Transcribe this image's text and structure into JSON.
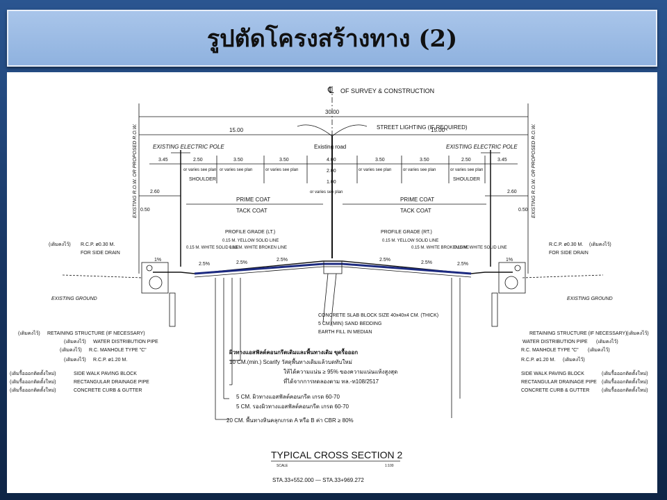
{
  "title": "รูปตัดโครงสร้างทาง (2)",
  "centerline": {
    "symbol": "℄",
    "label": "OF SURVEY & CONSTRUCTION"
  },
  "dimensions": {
    "total": "30.00",
    "left_half": "15.00",
    "right_half": "15.00",
    "existing_road": "Existing road",
    "lanes": [
      "3.45",
      "2.50",
      "3.50",
      "3.50",
      "4.00",
      "3.50",
      "3.50",
      "2.50",
      "3.45"
    ],
    "median_sub": [
      "2.00",
      "1.00"
    ],
    "or_varies": "or varies see plan",
    "shoulder": "SHOULDER",
    "offset_left": "2.60",
    "offset_right": "2.60",
    "small_left": "0.50",
    "small_right": "0.50"
  },
  "annotations": {
    "street_lighting": "STREET LIGHTING (IF REQUIRED)",
    "electric_pole": "EXISTING ELECTRIC POLE",
    "row": "EXISTING R.O.W. OR PROPOSED R.O.W.",
    "prime_coat": "PRIME COAT",
    "tack_coat": "TACK COAT",
    "profile_lt": "PROFILE GRADE (LT.)",
    "profile_rt": "PROFILE GRADE (RT.)",
    "yellow_line": "0.15 M. YELLOW SOLID LINE",
    "white_broken": "0.15 M. WHITE BROKEN LINE",
    "white_solid": "0.15 M. WHITE SOLID LINE",
    "slope_pct": "2.5%",
    "slope_1pct": "1%",
    "existing_ground": "EXISTING GROUND",
    "rcp_030": "R.C.P. ø0.30 M.",
    "for_side_drain": "FOR SIDE DRAIN",
    "keep_existing": "(เดิมคงไว้)",
    "remove_new": "(เดิมรื้อออกติดตั้งใหม่)",
    "retaining": "RETAINING STRUCTURE (IF NECESSARY)",
    "water_pipe": "WATER DISTRIBUTION PIPE",
    "manhole": "R.C. MANHOLE TYPE \"C\"",
    "rcp_120": "R.C.P. ø1.20 M.",
    "side_walk": "SIDE WALK PAVING BLOCK",
    "drain_pipe": "RECTANGULAR DRAINAGE PIPE",
    "curb": "CONCRETE CURB & GUTTER",
    "slab": "CONCRETE SLAB BLOCK SIZE 40x40x4 CM. (THICK)",
    "sand": "5 CM (MIN) SAND BEDDING",
    "earth_fill": "EARTH FILL IN MEDIAN"
  },
  "layers": {
    "header": "ผิวทางแอสฟัลต์คอนกรีตเดิมและพื้นทางเดิม ขุดรื้อออก",
    "scarify_1": "10 CM.(min.)  Scarify  วัสดุพื้นทางเดิมแล้วบดทับใหม่",
    "scarify_2": "ให้ได้ความแน่น ≥ 95% ของความแน่นแห้งสูงสุด",
    "scarify_3": "ที่ได้จากการทดลองตาม ทล.-ท108/2517",
    "wearing": "5 CM.    ผิวทางแอสฟัลต์คอนกรีต เกรด 60-70",
    "binder": "5 CM.    รองผิวทางแอสฟัลต์คอนกรีต เกรด 60-70",
    "base": "20 CM.    พื้นทางหินคลุกเกรด A หรือ B ค่า CBR ≥ 80%"
  },
  "caption": {
    "name": "TYPICAL CROSS SECTION 2",
    "scale_label": "SCALE",
    "scale_value": "1:100",
    "station": "STA.33+552.000  —  STA.33+969.272"
  }
}
